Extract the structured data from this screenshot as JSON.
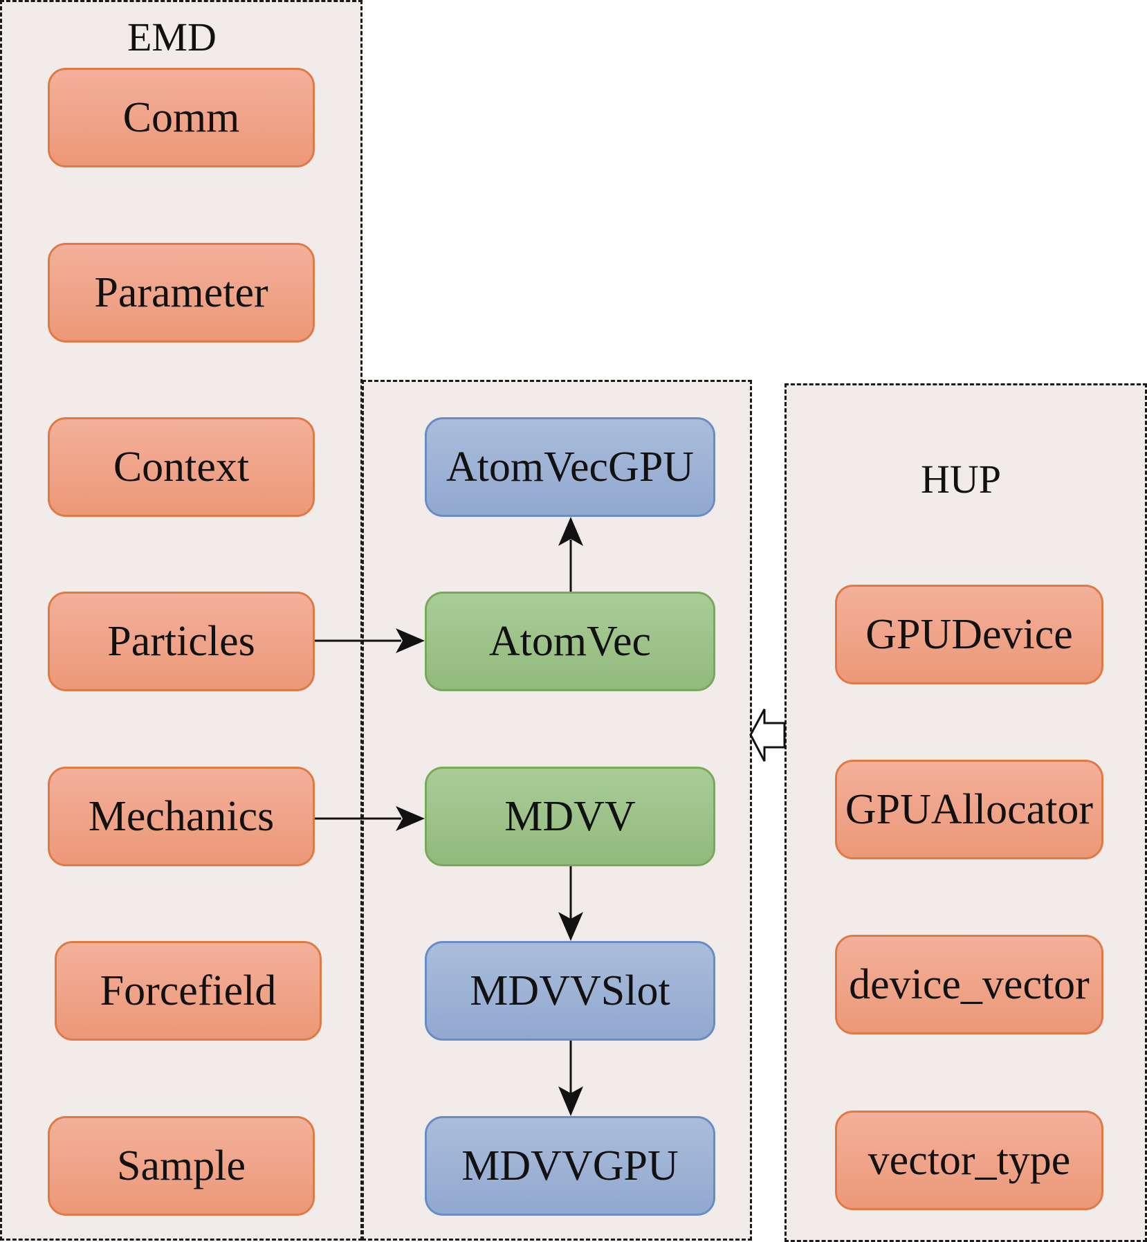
{
  "groups": {
    "emd": {
      "title": "EMD"
    },
    "middle": {
      "title": ""
    },
    "hup": {
      "title": "HUP"
    }
  },
  "emd_nodes": [
    "Comm",
    "Parameter",
    "Context",
    "Particles",
    "Mechanics",
    "Forcefield",
    "Sample"
  ],
  "middle_nodes": [
    "AtomVecGPU",
    "AtomVec",
    "MDVV",
    "MDVVSlot",
    "MDVVGPU"
  ],
  "hup_nodes": [
    "GPUDevice",
    "GPUAllocator",
    "device_vector",
    "vector_type"
  ],
  "colors": {
    "group_fill": "#f1ebea",
    "orange_fill": "#ee9f82",
    "orange_border": "#e07a45",
    "green_fill": "#9dc38a",
    "green_border": "#78a85a",
    "blue_fill": "#9cb2d6",
    "blue_border": "#6a8cc4"
  },
  "edges": [
    {
      "from": "Particles",
      "to": "AtomVec",
      "type": "arrow"
    },
    {
      "from": "Mechanics",
      "to": "MDVV",
      "type": "arrow"
    },
    {
      "from": "AtomVec",
      "to": "AtomVecGPU",
      "type": "arrow"
    },
    {
      "from": "MDVV",
      "to": "MDVVSlot",
      "type": "arrow"
    },
    {
      "from": "MDVVSlot",
      "to": "MDVVGPU",
      "type": "arrow"
    },
    {
      "from": "HUP",
      "to": "middle-group",
      "type": "hollow-arrow"
    }
  ]
}
